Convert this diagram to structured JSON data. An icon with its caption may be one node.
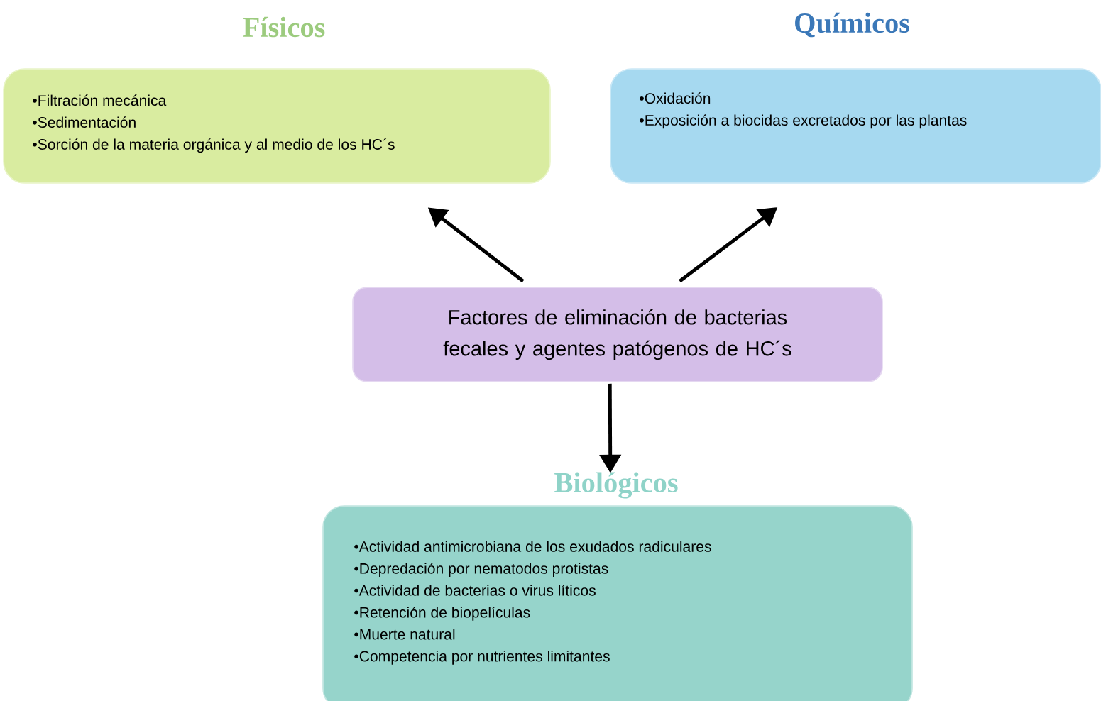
{
  "diagram": {
    "nodes": [
      {
        "text": [
          "Físicos",
          "•Filtración mecánica",
          "•Sedimentación",
          "•Sorción de la materia orgánica y al medio de los HC´s"
        ]
      },
      {
        "text": [
          "Químicos",
          "•Oxidación",
          "•Exposición a biocidas excretados por las plantas"
        ]
      },
      {
        "text": [
          "Factores de eliminación de bacterias fecales y agentes patógenos de HC´s"
        ]
      },
      {
        "text": [
          "Biológicos",
          "•Actividad antimicrobiana de los exudados radiculares",
          "•Depredación por nematodos protistas",
          "•Actividad de bacterias o virus líticos",
          "•Retención de biopelículas",
          "•Muerte natural",
          "•Competencia por nutrientes limitantes"
        ]
      }
    ],
    "edges": [
      {
        "from": 2,
        "to": 0,
        "arrow": "to"
      },
      {
        "from": 2,
        "to": 1,
        "arrow": "to"
      },
      {
        "from": 2,
        "to": 3,
        "arrow": "to"
      }
    ]
  }
}
